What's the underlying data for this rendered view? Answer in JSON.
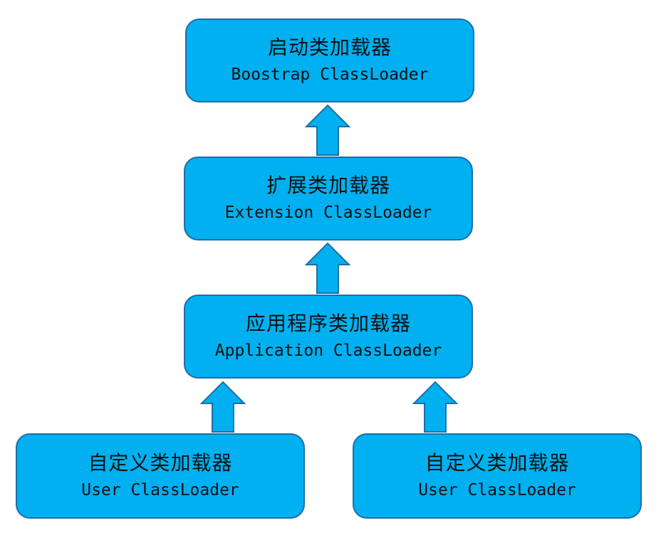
{
  "colors": {
    "node_fill": "#00b0f0",
    "node_border": "#1f6ea8",
    "arrow_fill": "#00b0f0",
    "arrow_stroke": "#1f6ea8"
  },
  "nodes": {
    "bootstrap": {
      "cn": "启动类加载器",
      "en": "Boostrap ClassLoader"
    },
    "extension": {
      "cn": "扩展类加载器",
      "en": "Extension ClassLoader"
    },
    "application": {
      "cn": "应用程序类加载器",
      "en": "Application ClassLoader"
    },
    "user_left": {
      "cn": "自定义类加载器",
      "en": "User ClassLoader"
    },
    "user_right": {
      "cn": "自定义类加载器",
      "en": "User ClassLoader"
    }
  },
  "edges": [
    {
      "from": "extension",
      "to": "bootstrap"
    },
    {
      "from": "application",
      "to": "extension"
    },
    {
      "from": "user_left",
      "to": "application"
    },
    {
      "from": "user_right",
      "to": "application"
    }
  ]
}
